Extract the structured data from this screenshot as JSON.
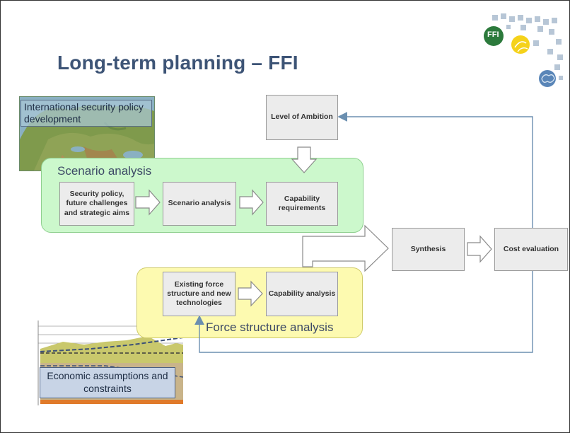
{
  "title": "Long-term planning – FFI",
  "logo": {
    "text": "FFI",
    "icons": [
      "ffi-logo-icon",
      "globe-icon",
      "brain-icon"
    ],
    "colors": {
      "green": "#2c7a3c",
      "yellow": "#f5d21a",
      "blue": "#5a86b8"
    }
  },
  "regions": {
    "scenario": "Scenario analysis",
    "force": "Force structure analysis"
  },
  "images": {
    "map_label": "International security policy development",
    "economic_label": "Economic assumptions and constraints"
  },
  "boxes": {
    "security": "Security policy, future challenges and strategic  aims",
    "scenario": "Scenario analysis",
    "capreq": "Capability requirements",
    "ambition": "Level of Ambition",
    "existing": "Existing force structure and new technologies",
    "capanalysis": "Capability analysis",
    "synthesis": "Synthesis",
    "cost": "Cost evaluation"
  }
}
